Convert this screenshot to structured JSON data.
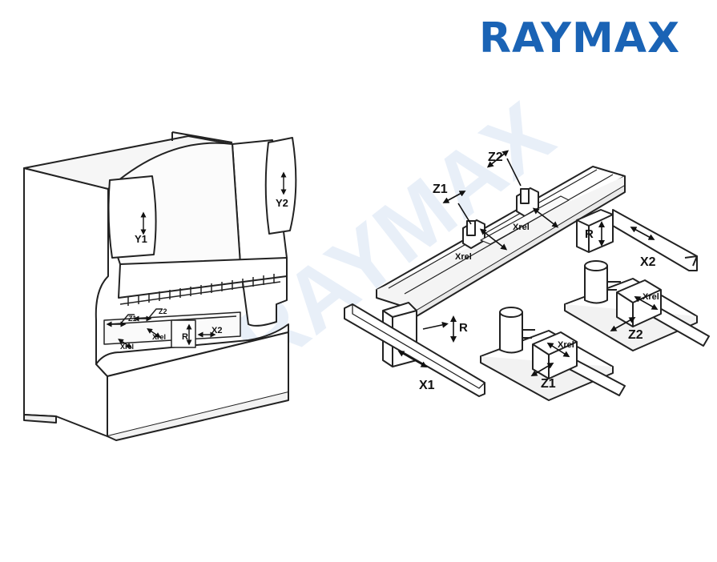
{
  "brand": {
    "logo_text": "RAYMAX",
    "logo_color": "#1a63b5",
    "watermark_text": "RAYMAX"
  },
  "machine": {
    "labels": {
      "y1": "Y1",
      "y2": "Y2",
      "z1": "Z1",
      "z2": "Z2",
      "xrel_left": "Xrel",
      "xrel_right": "Xrel",
      "r": "R",
      "x2": "X2"
    }
  },
  "backgauge": {
    "labels": {
      "z1": "Z1",
      "z2": "Z2",
      "xrel_1": "Xrel",
      "xrel_2": "Xrel",
      "r_right": "R",
      "x2": "X2",
      "r_left": "R",
      "x1": "X1"
    }
  },
  "modules": {
    "z1": {
      "label": "Z1",
      "xrel": "Xrel"
    },
    "z2": {
      "label": "Z2",
      "xrel": "Xrel"
    }
  }
}
